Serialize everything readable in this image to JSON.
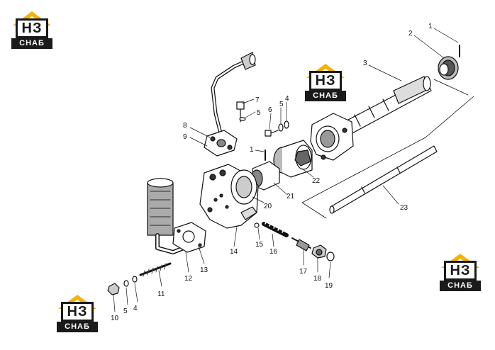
{
  "logo": {
    "mark": "НЗ",
    "word": "СНАБ",
    "roof_color": "#f2b40b",
    "ink_color": "#1a1a1a"
  },
  "callouts": [
    "1",
    "2",
    "3",
    "4",
    "5",
    "6",
    "7",
    "8",
    "9",
    "10",
    "11",
    "12",
    "13",
    "14",
    "15",
    "16",
    "17",
    "18",
    "19",
    "20",
    "21",
    "22",
    "23"
  ]
}
